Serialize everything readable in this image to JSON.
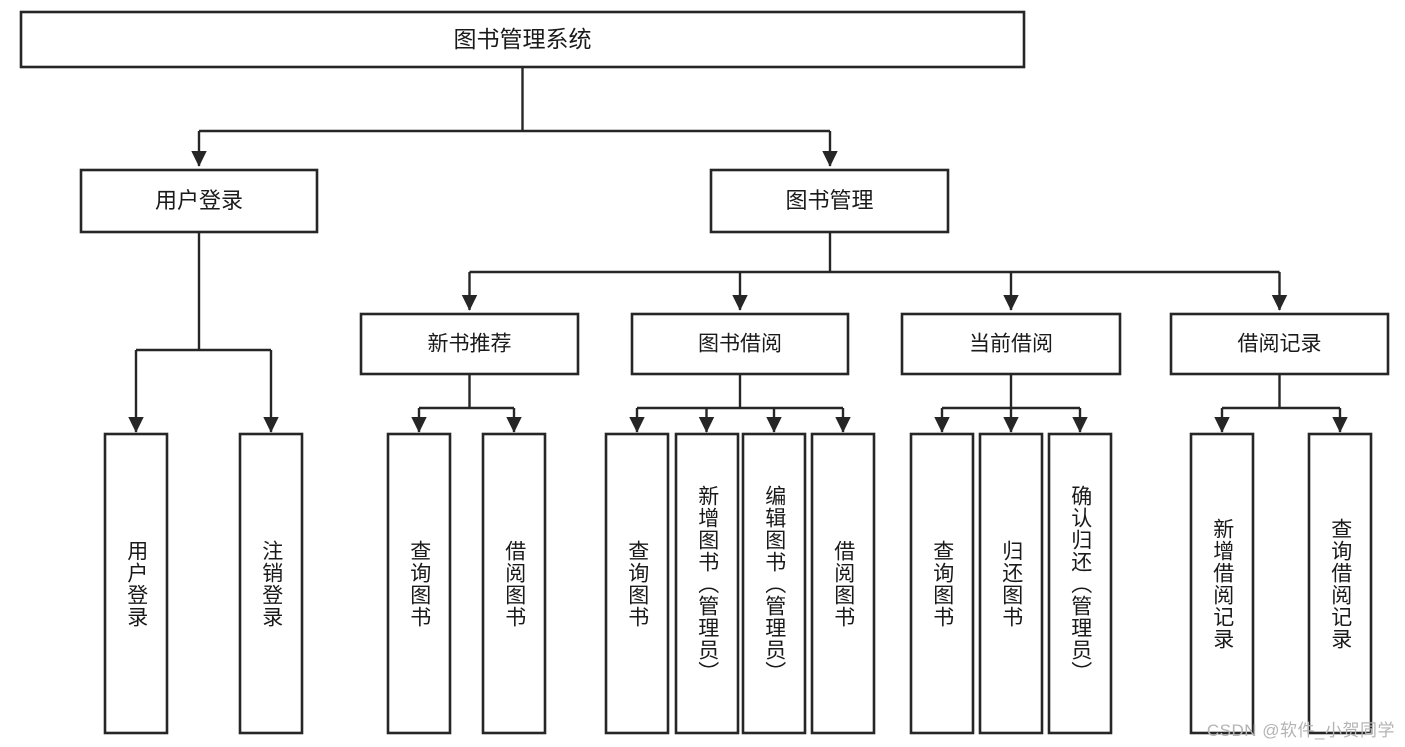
{
  "diagram": {
    "title": "图书管理系统",
    "type": "tree-hierarchy",
    "root": {
      "id": "root",
      "label": "图书管理系统"
    },
    "level2": [
      {
        "id": "login",
        "label": "用户登录"
      },
      {
        "id": "bookmgmt",
        "label": "图书管理"
      }
    ],
    "level3": [
      {
        "id": "newbook",
        "label": "新书推荐",
        "parent": "bookmgmt"
      },
      {
        "id": "borrow",
        "label": "图书借阅",
        "parent": "bookmgmt"
      },
      {
        "id": "current",
        "label": "当前借阅",
        "parent": "bookmgmt"
      },
      {
        "id": "record",
        "label": "借阅记录",
        "parent": "bookmgmt"
      }
    ],
    "leaves": [
      {
        "id": "leaf-1",
        "label": "用户登录",
        "parent": "login"
      },
      {
        "id": "leaf-2",
        "label": "注销登录",
        "parent": "login"
      },
      {
        "id": "leaf-3",
        "label": "查询图书",
        "parent": "newbook"
      },
      {
        "id": "leaf-4",
        "label": "借阅图书",
        "parent": "newbook"
      },
      {
        "id": "leaf-5",
        "label": "查询图书",
        "parent": "borrow"
      },
      {
        "id": "leaf-6",
        "label": "新增图书（管理员）",
        "parent": "borrow"
      },
      {
        "id": "leaf-7",
        "label": "编辑图书（管理员）",
        "parent": "borrow"
      },
      {
        "id": "leaf-8",
        "label": "借阅图书",
        "parent": "borrow"
      },
      {
        "id": "leaf-9",
        "label": "查询图书",
        "parent": "current"
      },
      {
        "id": "leaf-10",
        "label": "归还图书",
        "parent": "current"
      },
      {
        "id": "leaf-11",
        "label": "确认归还（管理员）",
        "parent": "current"
      },
      {
        "id": "leaf-12",
        "label": "新增借阅记录",
        "parent": "record"
      },
      {
        "id": "leaf-13",
        "label": "查询借阅记录",
        "parent": "record"
      }
    ]
  },
  "watermark": {
    "text": "CSDN @软件_小贺同学"
  },
  "colors": {
    "stroke": "#262626",
    "fill": "#ffffff",
    "text": "#1a1a1a",
    "watermark": "#b4b4b4"
  }
}
